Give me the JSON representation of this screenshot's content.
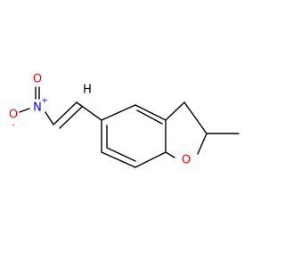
{
  "colors": {
    "bond": "#000000",
    "oxygen": "#ff0000",
    "nitrogen": "#0000ff",
    "hydrogen": "#000000"
  },
  "atoms": {
    "O_top": "O",
    "O_minus": "O",
    "minus_sign": "-",
    "N": "N",
    "plus_sign": "+",
    "H": "H",
    "O_ring": "O"
  }
}
